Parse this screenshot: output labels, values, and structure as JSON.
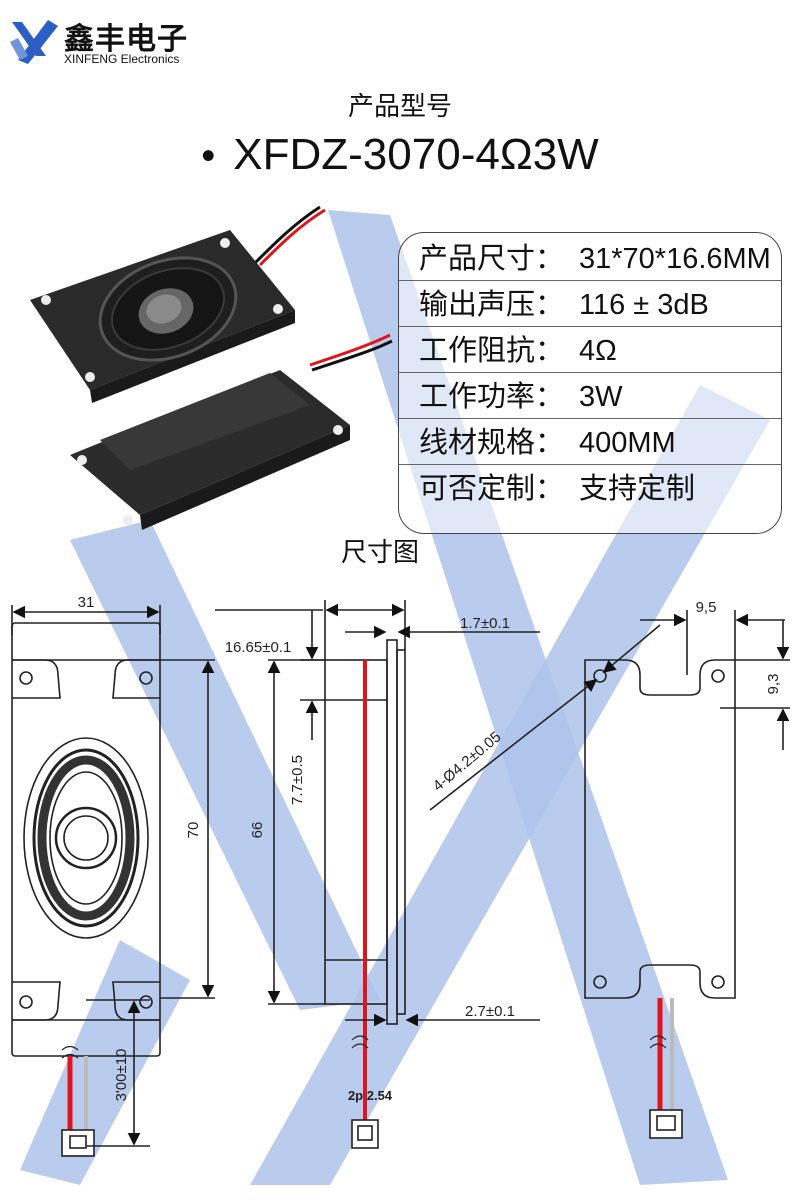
{
  "brand": {
    "name_cn": "鑫丰电子",
    "name_en": "XINFENG  Electronics"
  },
  "model": {
    "label": "产品型号",
    "bullet": "•",
    "name": "XFDZ-3070-4Ω3W"
  },
  "specs": [
    {
      "key": "产品尺寸：",
      "value": "31*70*16.6MM"
    },
    {
      "key": "输出声压：",
      "value": "116 ± 3dB"
    },
    {
      "key": "工作阻抗：",
      "value": "4Ω"
    },
    {
      "key": "工作功率：",
      "value": "3W"
    },
    {
      "key": "线材规格：",
      "value": "400MM"
    },
    {
      "key": "可否定制：",
      "value": "支持定制"
    }
  ],
  "drawing": {
    "title": "尺寸图",
    "width": "31",
    "height": "70",
    "mount_spacing": "66",
    "depth": "16.65±0.1",
    "flange": "1.7±0.1",
    "offset": "7.7±0.5",
    "base": "2.7±0.1",
    "wire": "3'00±10",
    "connector": "2p 2.54",
    "hole_x": "9,5",
    "hole_y": "9,3",
    "holes": "4-Ø4.2±0.05"
  },
  "colors": {
    "watermark": "#aec3ea",
    "wire": "#e0141c",
    "logo": "#2c5fc4"
  }
}
